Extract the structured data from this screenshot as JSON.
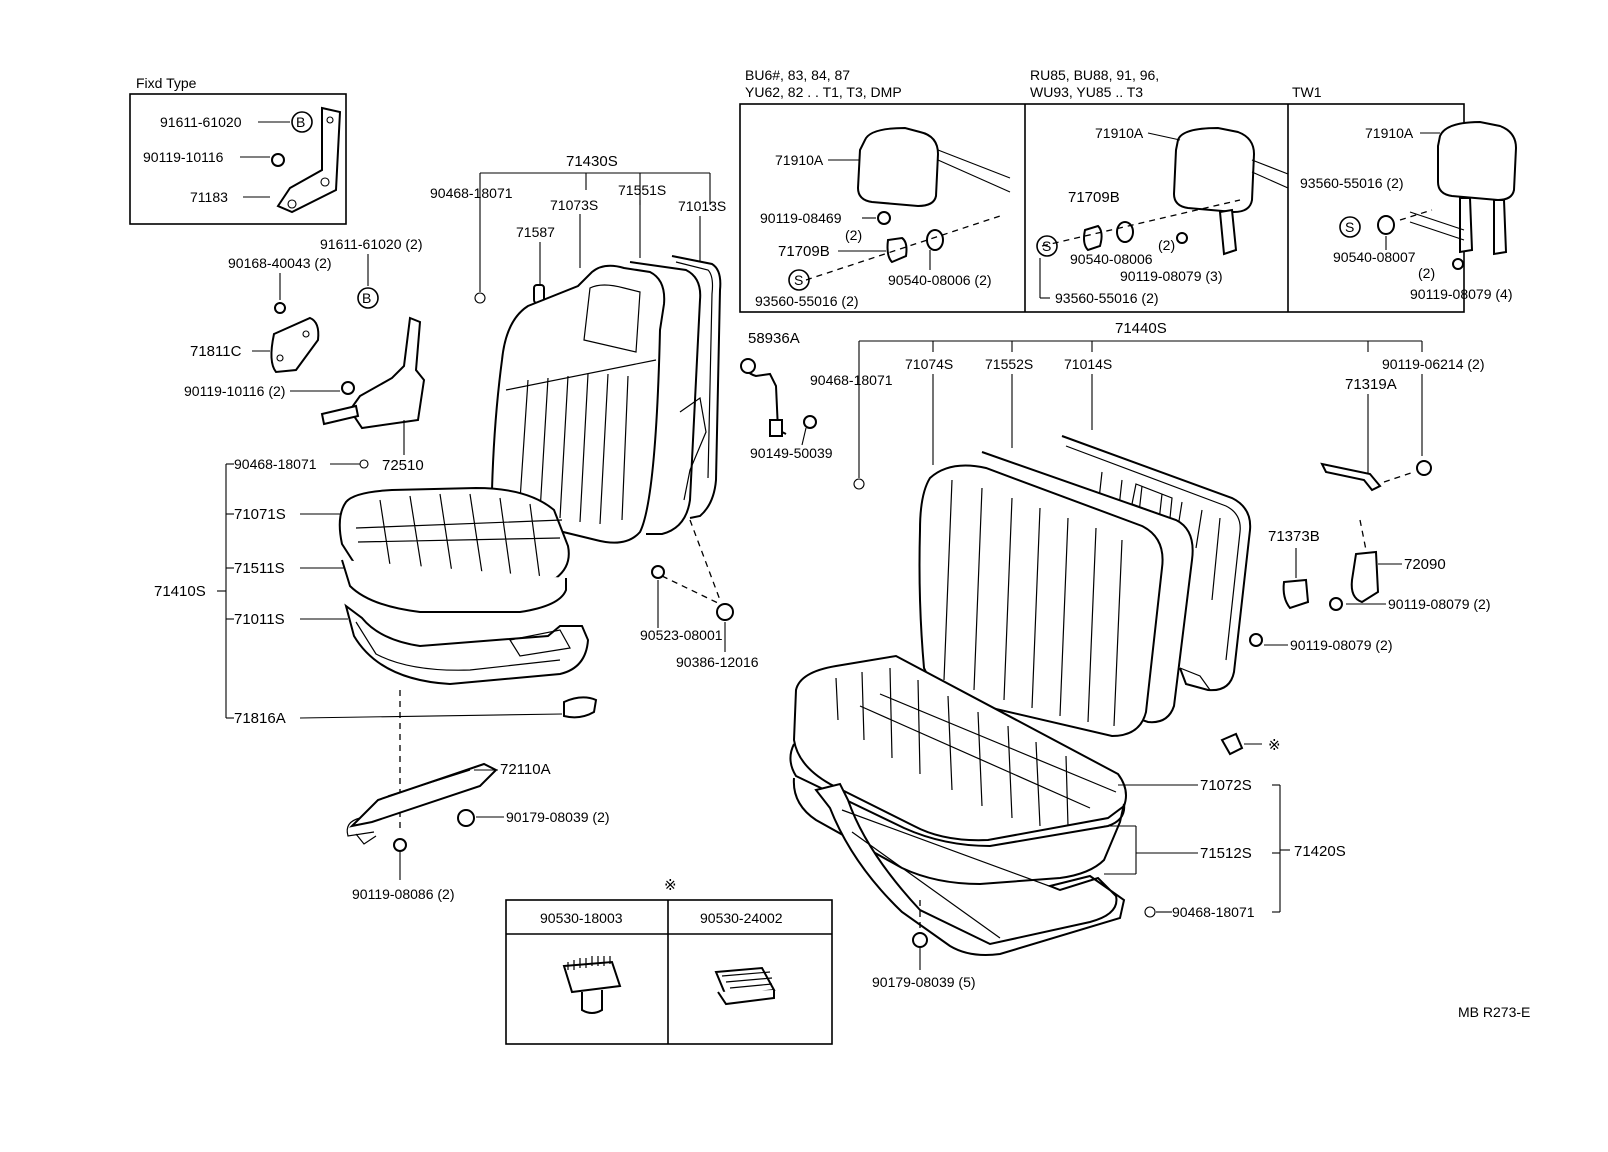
{
  "fixd_type": {
    "title": "Fixd Type",
    "labels": [
      "91611-61020",
      "90119-10116",
      "71183"
    ],
    "symbol": "B"
  },
  "variant_headers": {
    "a_line1": "BU6#, 83, 84, 87",
    "a_line2": "YU62, 82 . . T1, T3, DMP",
    "b_line1": "RU85, BU88, 91, 96,",
    "b_line2": "WU93, YU85 .. T3",
    "c_line1": "TW1"
  },
  "headrest_a": {
    "symbol": "S",
    "labels": [
      "71910A",
      "90119-08469",
      "(2)",
      "71709B",
      "90540-08006 (2)",
      "93560-55016 (2)"
    ]
  },
  "headrest_b": {
    "symbol": "S",
    "labels": [
      "71910A",
      "71709B",
      "(2)",
      "90540-08006",
      "90119-08079 (3)",
      "93560-55016 (2)"
    ]
  },
  "headrest_c": {
    "symbol": "S",
    "labels": [
      "71910A",
      "93560-55016 (2)",
      "90540-08007",
      "(2)",
      "90119-08079 (4)"
    ]
  },
  "front_seat": {
    "group_top": "71430S",
    "back_labels": [
      "90468-18071",
      "71073S",
      "71551S",
      "71013S",
      "71587"
    ],
    "hinge_labels": [
      "91611-61020 (2)",
      "90168-40043 (2)",
      "71811C",
      "90119-10116 (2)",
      "72510"
    ],
    "hinge_symbol": "B",
    "cushion_group": "71410S",
    "cushion_labels": [
      "90468-18071",
      "71071S",
      "71511S",
      "71011S",
      "71816A"
    ],
    "misc_labels": [
      "58936A",
      "90149-50039",
      "90523-08001",
      "90386-12016"
    ],
    "track_labels": [
      "72110A",
      "90179-08039 (2)",
      "90119-08086 (2)"
    ]
  },
  "bench_seat": {
    "group_top": "71440S",
    "back_labels": [
      "90468-18071",
      "71074S",
      "71552S",
      "71014S"
    ],
    "right_labels": [
      "90119-06214 (2)",
      "71319A",
      "71373B",
      "72090",
      "90119-08079 (2)",
      "90119-08079 (2)"
    ],
    "star": "※",
    "cushion_group": "71420S",
    "cushion_labels": [
      "71072S",
      "71512S",
      "90468-18071"
    ],
    "bottom_label": "90179-08039 (5)"
  },
  "clip_table": {
    "star": "※",
    "col1": "90530-18003",
    "col2": "90530-24002"
  },
  "drawing_code": "MB R273-E"
}
